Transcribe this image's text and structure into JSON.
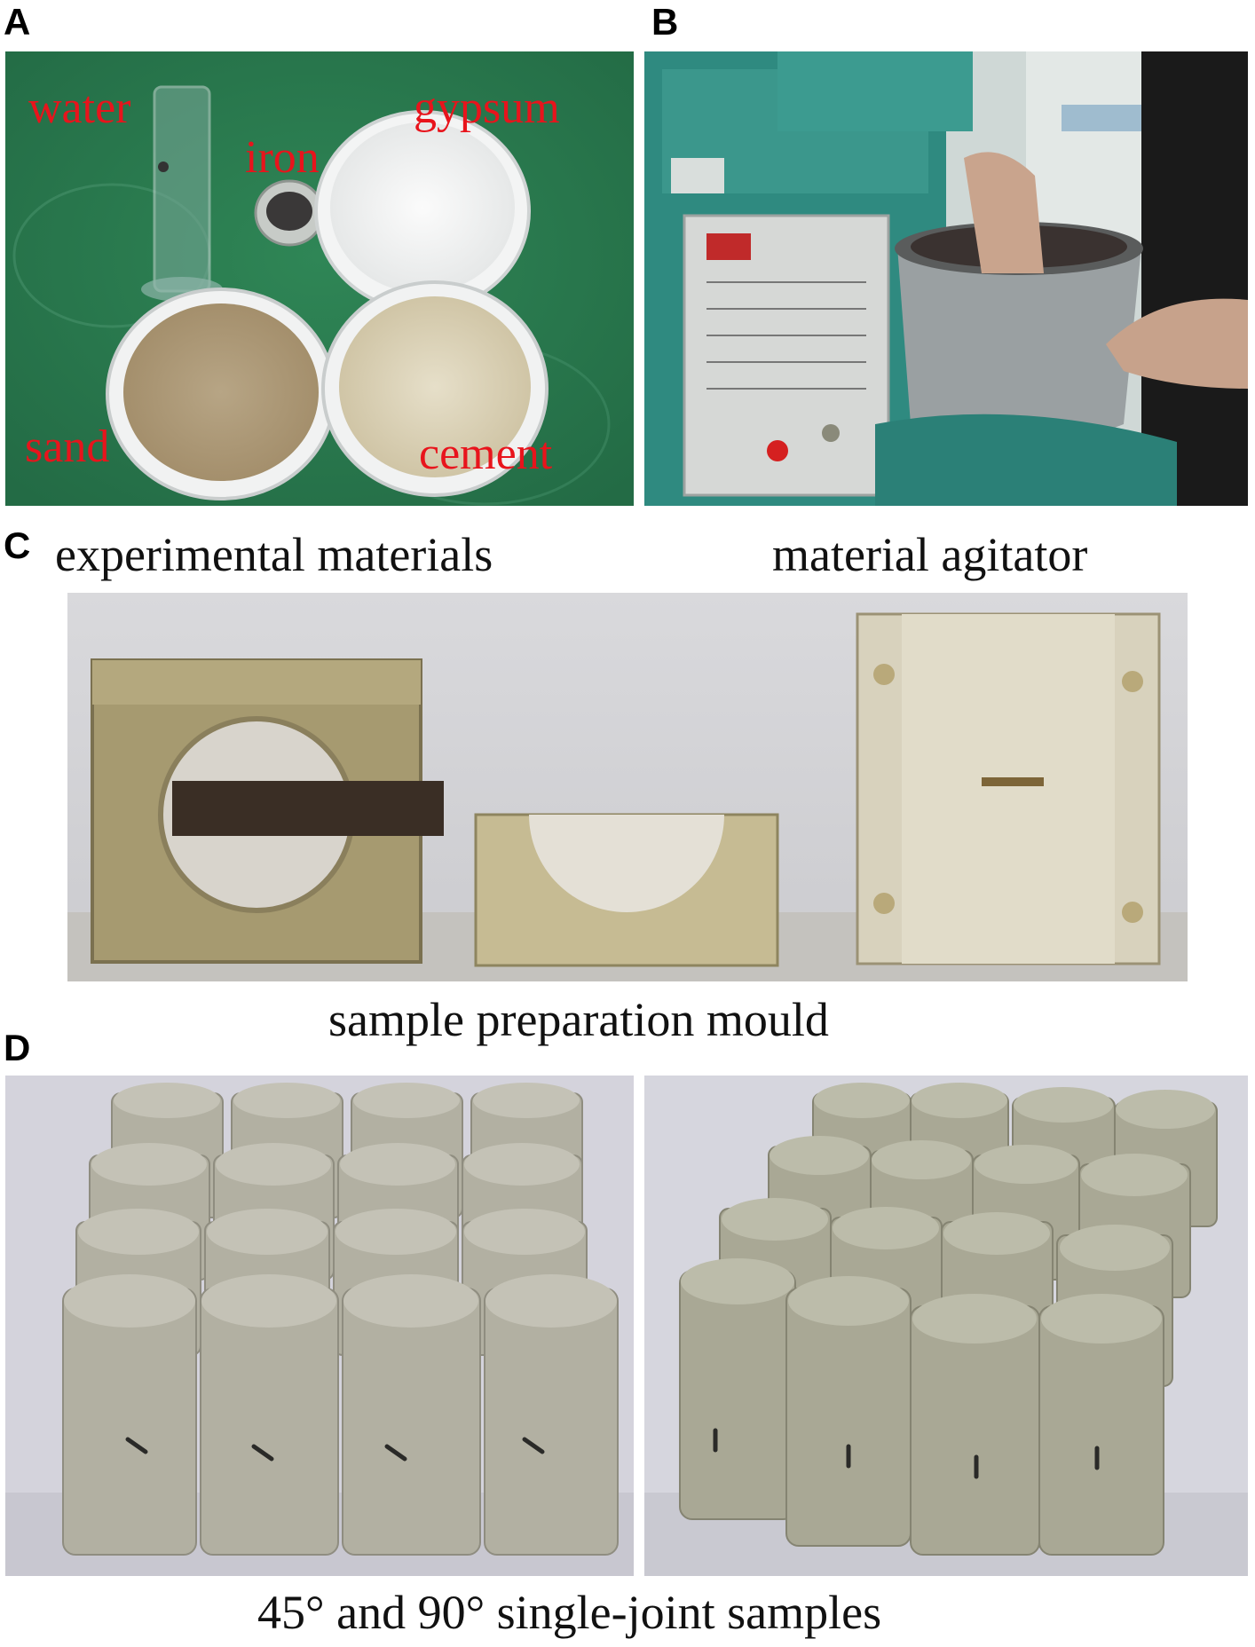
{
  "panels": {
    "A": {
      "letter": "A",
      "caption": "experimental materials",
      "labels": {
        "water": "water",
        "iron": "iron",
        "gypsum": "gypsum",
        "sand": "sand",
        "cement": "cement"
      }
    },
    "B": {
      "letter": "B",
      "caption": "material agitator"
    },
    "C": {
      "letter": "C",
      "caption": "sample preparation mould"
    },
    "D": {
      "letter": "D",
      "caption": "45° and 90° single-joint samples"
    }
  },
  "colors": {
    "label_red": "#e8141c",
    "board_green": "#2f7a4f",
    "machine_teal": "#2f8a80",
    "mould_tan": "#b8a77a",
    "sample_grey": "#a9a696",
    "backdrop": "#cfcfd3"
  }
}
